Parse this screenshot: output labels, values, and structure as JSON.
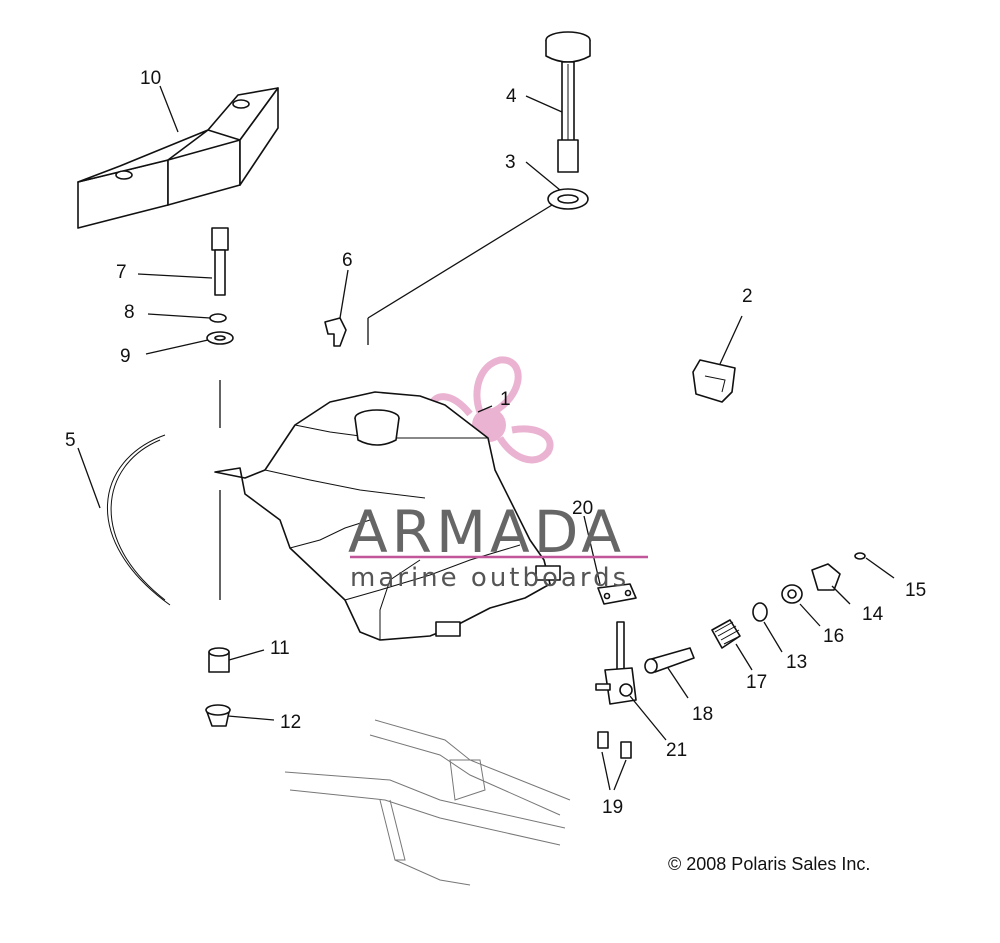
{
  "callouts": [
    "1",
    "2",
    "3",
    "4",
    "5",
    "6",
    "7",
    "8",
    "9",
    "10",
    "11",
    "12",
    "13",
    "14",
    "15",
    "16",
    "17",
    "18",
    "19",
    "20",
    "21"
  ],
  "watermark": {
    "brand": "ARMADA",
    "tagline": "marine outboards",
    "colors": {
      "logo": "#e7a6c9",
      "rule": "#c2569a",
      "text": "#666666"
    }
  },
  "copyright": "© 2008 Polaris Sales Inc."
}
